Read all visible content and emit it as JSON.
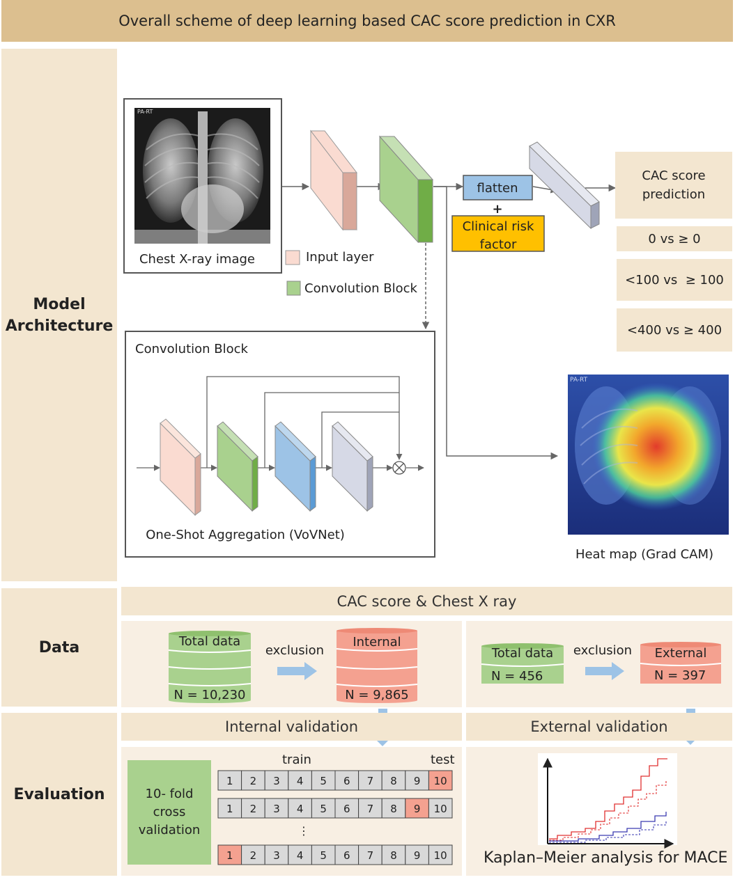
{
  "title": "Overall scheme of deep learning based CAC score prediction in CXR",
  "sections": {
    "model_architecture": "Model\nArchitecture",
    "data": "Data",
    "evaluation": "Evaluation"
  },
  "model": {
    "xray_label": "Chest X-ray image",
    "xray_tag": "PA-RT",
    "legend_input": "Input layer",
    "legend_conv": "Convolution Block",
    "flatten": "flatten",
    "plus": "+",
    "clinical": "Clinical risk\nfactor",
    "output_title": "CAC score\nprediction",
    "outputs": [
      "0 vs ≥ 0",
      "<100 vs  ≥ 100",
      "<400 vs ≥ 400"
    ],
    "conv_block_title": "Convolution Block",
    "osa_label": "One-Shot Aggregation (VoVNet)",
    "heatmap_label": "Heat map (Grad CAM)",
    "heatmap_tag": "PA-RT"
  },
  "data_section": {
    "header": "CAC score & Chest X ray",
    "internal": {
      "total_label": "Total data",
      "total_n": "N = 10,230",
      "exclusion": "exclusion",
      "result_label": "Internal",
      "result_n": "N = 9,865"
    },
    "external": {
      "total_label": "Total data",
      "total_n": "N = 456",
      "exclusion": "exclusion",
      "result_label": "External",
      "result_n": "N = 397"
    }
  },
  "evaluation": {
    "internal_header": "Internal validation",
    "external_header": "External validation",
    "cv_label": "10- fold\ncross\nvalidation",
    "train": "train",
    "test": "test",
    "folds": [
      "1",
      "2",
      "3",
      "4",
      "5",
      "6",
      "7",
      "8",
      "9",
      "10"
    ],
    "dots": "⋮",
    "km_label": "Kaplan–Meier analysis for MACE"
  },
  "colors": {
    "tan": "#dcbf8f",
    "light_tan": "#f3e6d0",
    "input_layer": "#fadbd1",
    "conv_block": "#a9d18e",
    "blue_block": "#9dc3e6",
    "gray_block": "#d6d9e6",
    "flatten": "#9dc3e6",
    "clinical": "#ffc000",
    "green_db": "#a9d18e",
    "red_db": "#f4a190",
    "test_fold": "#f4a190",
    "arrow_blue": "#9dc3e6"
  }
}
